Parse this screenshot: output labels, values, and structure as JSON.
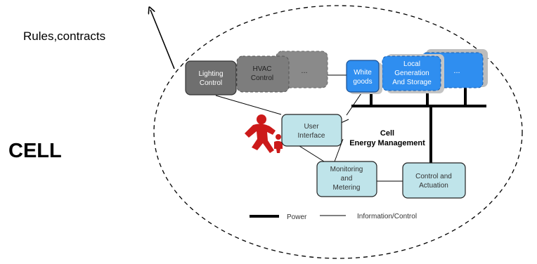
{
  "outside": {
    "arrow_label": "Rules,contracts",
    "cell_label": "CELL"
  },
  "boxes": {
    "lighting_control": [
      "Lighting",
      "Control"
    ],
    "hvac_control": [
      "HVAC",
      "Control"
    ],
    "ellipsis_gray": [
      "..."
    ],
    "white_goods": [
      "White",
      "goods"
    ],
    "local_generation": [
      "Local",
      "Generation",
      "And Storage"
    ],
    "ellipsis_blue": [
      "..."
    ],
    "user_interface": [
      "User",
      "Interface"
    ],
    "monitoring_metering": [
      "Monitoring",
      "and",
      "Metering"
    ],
    "control_actuation": [
      "Control and",
      "Actuation"
    ]
  },
  "center_label": [
    "Cell",
    "Energy Management"
  ],
  "legend": {
    "power_label": "Power",
    "info_label": "Information/Control"
  },
  "colors": {
    "gray_dark": "#6f6f6f",
    "gray_dashed": "#808080",
    "blue": "#2f8ef0",
    "blue_light": "#bfe4ea",
    "user_icon": "#cc1a1a"
  },
  "icons": {
    "user": "person-with-child-icon"
  }
}
